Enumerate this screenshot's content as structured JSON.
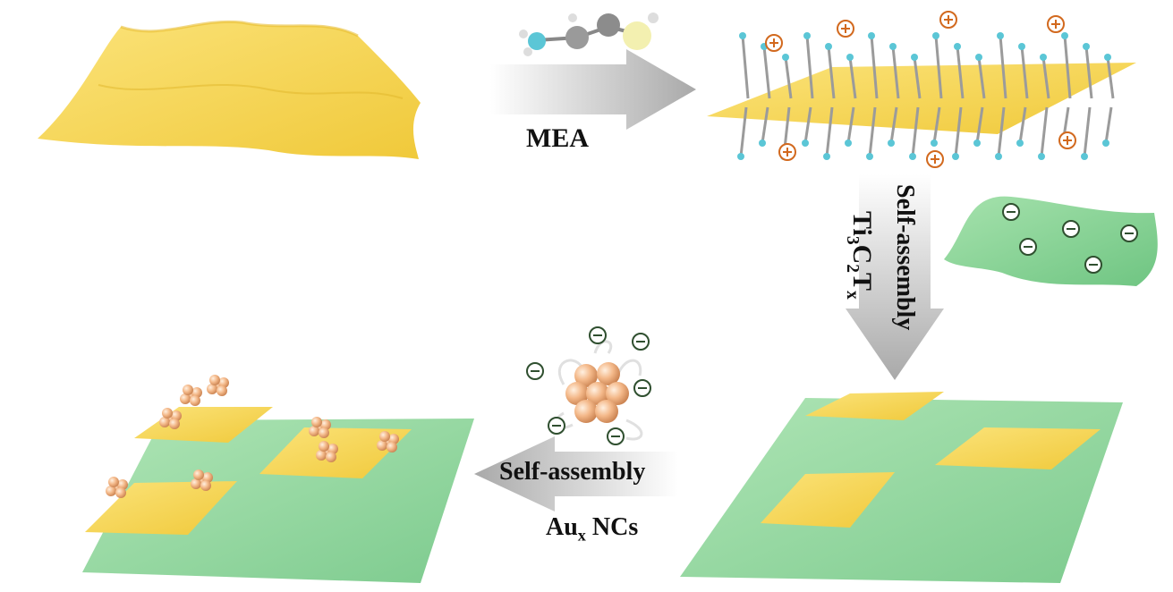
{
  "labels": {
    "step1": "MEA",
    "step2_process": "Self-assembly",
    "step2_reagent": "Ti3C2Tx",
    "step3_process": "Self-assembly",
    "step3_reagent": "AuxNCs"
  },
  "symbols": {
    "positive": "⊕",
    "negative": "⊖"
  },
  "colors": {
    "ti3c2tx_sheet": "#f7d65a",
    "mxene_sheet": "#8fd89a",
    "arrow": "#b8b8b8",
    "positive_charge": "#d2691e",
    "negative_charge": "#2f4f2f",
    "au_cluster": "#f4b98a"
  }
}
